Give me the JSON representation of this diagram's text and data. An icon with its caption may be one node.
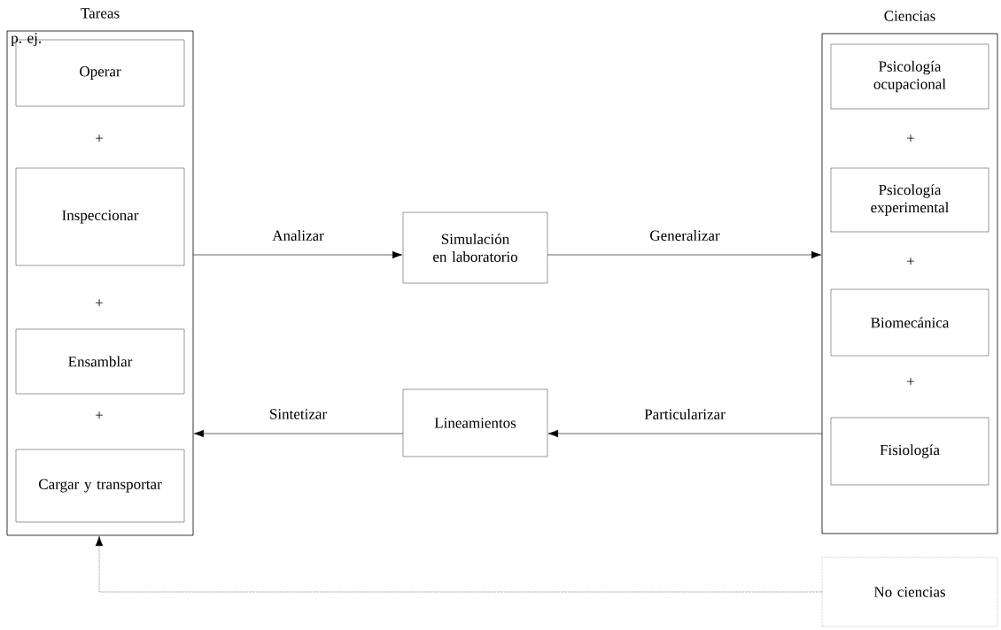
{
  "diagram": {
    "nodes": [
      {
        "text": [
          "Tareas",
          "p. ej."
        ]
      },
      {
        "text": [
          "Operar"
        ],
        "in": 0
      },
      {
        "text": [
          "Inspeccionar"
        ],
        "in": 0
      },
      {
        "text": [
          "Ensamblar"
        ],
        "in": 0
      },
      {
        "text": [
          "Cargar y transportar"
        ],
        "in": 0
      },
      {
        "text": [
          "Simulación en laboratorio"
        ]
      },
      {
        "text": [
          "Ciencias"
        ]
      },
      {
        "text": [
          "Psicología ocupacional"
        ],
        "in": 6
      },
      {
        "text": [
          "Psicología experimental"
        ],
        "in": 6
      },
      {
        "text": [
          "Biomecánica"
        ],
        "in": 6
      },
      {
        "text": [
          "Fisiología"
        ],
        "in": 6
      },
      {
        "text": [
          "Lineamientos"
        ]
      },
      {
        "text": [
          "No ciencias"
        ]
      }
    ],
    "edges": [
      {
        "from": 0,
        "to": 5,
        "arrow": "to",
        "label": "Analizar"
      },
      {
        "from": 5,
        "to": 6,
        "arrow": "to",
        "label": "Generalizar"
      },
      {
        "from": 6,
        "to": 11,
        "arrow": "to",
        "label": "Particularizar"
      },
      {
        "from": 11,
        "to": 0,
        "arrow": "to",
        "label": "Sintetizar"
      },
      {
        "from": 12,
        "to": 0,
        "arrow": "to",
        "style": "dashed"
      }
    ],
    "labels": [
      "+",
      "+",
      "+",
      "+",
      "+",
      "+"
    ]
  }
}
